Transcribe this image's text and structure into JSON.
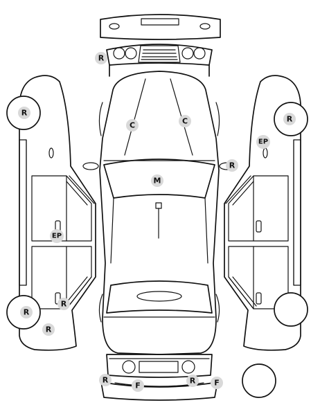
{
  "diagram": {
    "markers": [
      {
        "id": "rear-top-left",
        "code": "R"
      },
      {
        "id": "left-front-wheel",
        "code": "R"
      },
      {
        "id": "left-rear-wheel",
        "code": "R"
      },
      {
        "id": "left-rocker",
        "code": "R"
      },
      {
        "id": "left-door-rear",
        "code": "R"
      },
      {
        "id": "left-door-front",
        "code": "EP"
      },
      {
        "id": "windshield-left",
        "code": "C"
      },
      {
        "id": "windshield-right",
        "code": "C"
      },
      {
        "id": "right-mirror",
        "code": "R"
      },
      {
        "id": "roof",
        "code": "M"
      },
      {
        "id": "right-front-wheel",
        "code": "R"
      },
      {
        "id": "right-fender",
        "code": "EP"
      },
      {
        "id": "front-bumper-left",
        "code": "R"
      },
      {
        "id": "front-bumper-f-left",
        "code": "F"
      },
      {
        "id": "front-bumper-right",
        "code": "R"
      },
      {
        "id": "front-bumper-f-right",
        "code": "F"
      }
    ]
  }
}
